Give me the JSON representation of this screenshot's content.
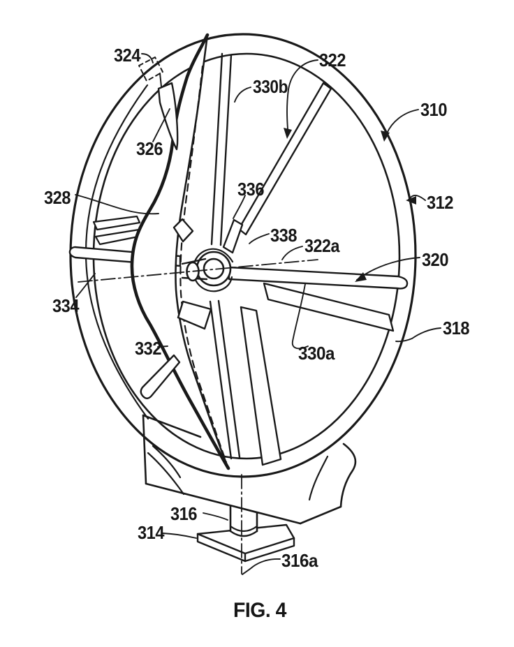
{
  "figure": {
    "caption": "FIG. 4",
    "ink_color": "#191919",
    "background_color": "#ffffff"
  },
  "reference_labels": {
    "n310": "310",
    "n312": "312",
    "n314": "314",
    "n316": "316",
    "n316a": "316a",
    "n318": "318",
    "n320": "320",
    "n322": "322",
    "n322a": "322a",
    "n324": "324",
    "n326": "326",
    "n328": "328",
    "n330a": "330a",
    "n330b": "330b",
    "n332": "332",
    "n334": "334",
    "n336": "336",
    "n338": "338"
  }
}
